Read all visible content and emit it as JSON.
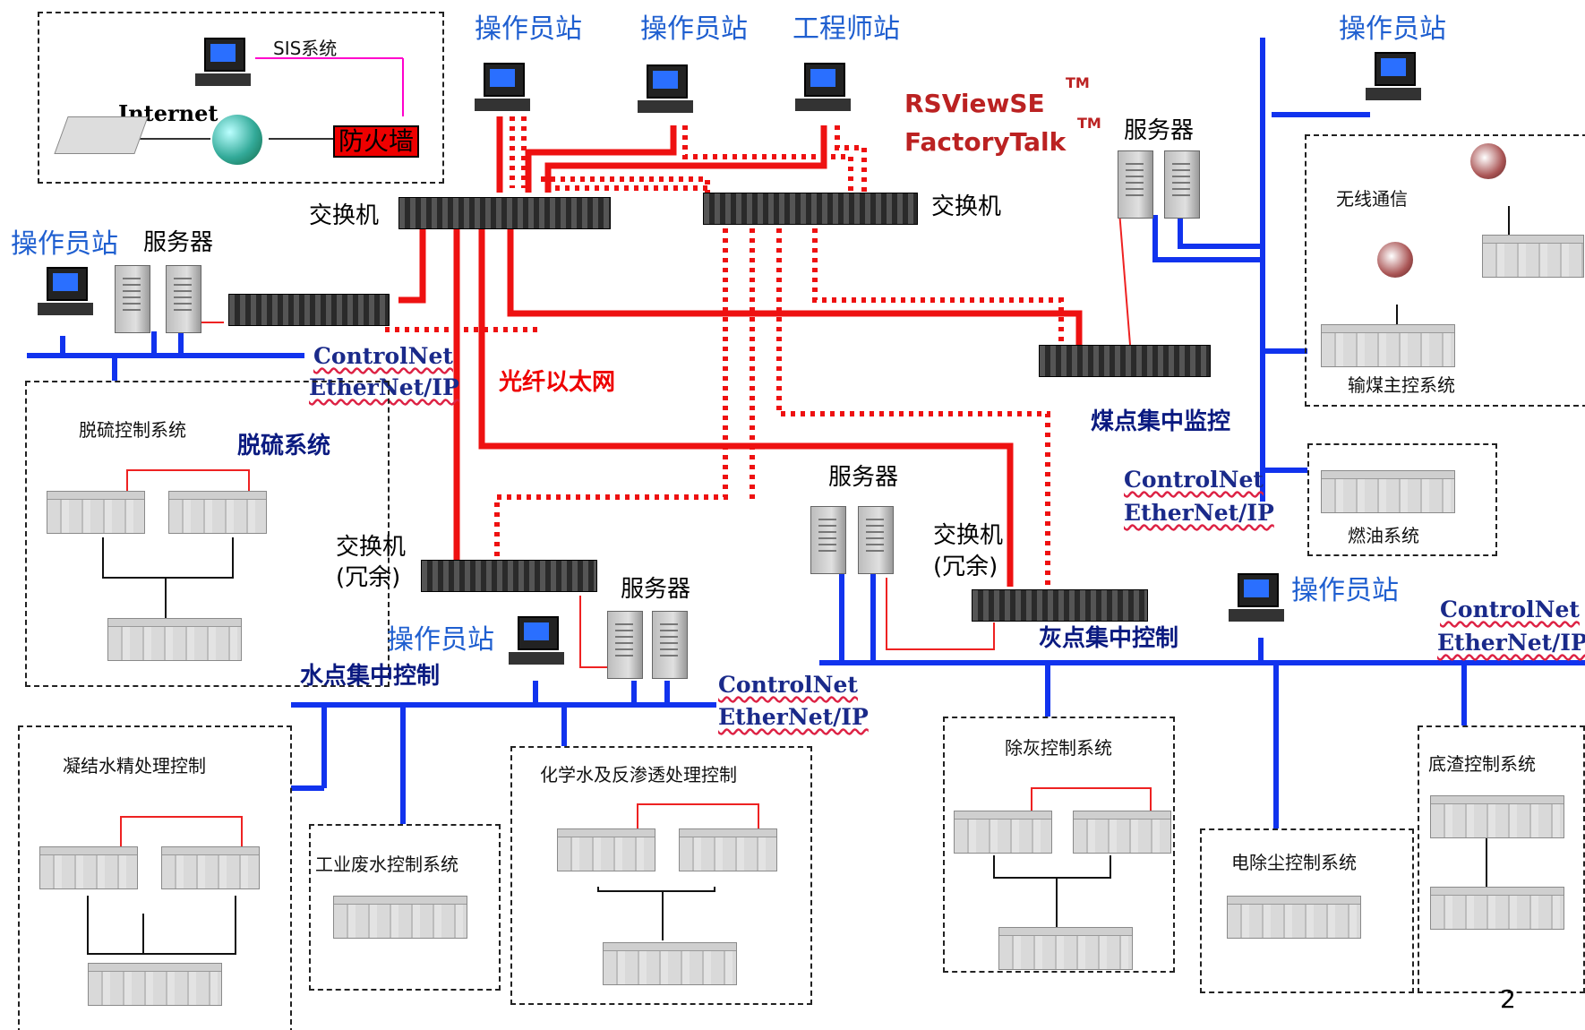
{
  "inset": {
    "sis": "SIS系统",
    "internet": "Internet",
    "firewall": "防火墙"
  },
  "top_stations": {
    "op1": "操作员站",
    "op2": "操作员站",
    "eng": "工程师站"
  },
  "brand": {
    "rsview": "RSViewSE",
    "factorytalk": "FactoryTalk",
    "tm1": "TM",
    "tm2": "TM"
  },
  "switches": {
    "main_left": "交换机",
    "main_right": "交换机",
    "water_line1": "交换机",
    "water_line2": "(冗余)",
    "ash_line1": "交换机",
    "ash_line2": "(冗余)"
  },
  "left_cluster": {
    "op": "操作员站",
    "server": "服务器"
  },
  "networks": {
    "controlnet": "ControlNet",
    "ethernetip": "EtherNet/IP",
    "fiber": "光纤以太网"
  },
  "desulf": {
    "box": "脱硫控制系统",
    "title": "脱硫系统"
  },
  "coal": {
    "server": "服务器",
    "op": "操作员站",
    "wireless": "无线通信",
    "transport": "输煤主控系统",
    "title": "煤点集中监控",
    "fuel": "燃油系统"
  },
  "water": {
    "server": "服务器",
    "op": "操作员站",
    "title": "水点集中控制",
    "box1": "凝结水精处理控制",
    "box2": "工业废水控制系统",
    "box3": "化学水及反渗透处理控制"
  },
  "ash": {
    "server": "服务器",
    "op": "操作员站",
    "title": "灰点集中控制",
    "box1": "除灰控制系统",
    "box2": "电除尘控制系统",
    "box3": "底渣控制系统"
  },
  "page_number": "2",
  "colors": {
    "fiber": "#ee1111",
    "bus": "#1133ee"
  }
}
